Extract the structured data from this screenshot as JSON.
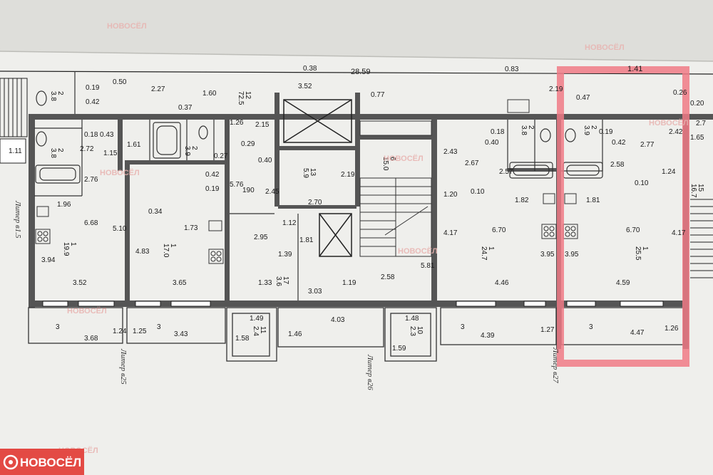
{
  "brand": {
    "name": "НОВОСЁЛ",
    "color": "#e34a44"
  },
  "highlight_color": "#f07a86",
  "literas": [
    "Литер в1.5",
    "Литер в25",
    "Литер в26",
    "Литер в27"
  ],
  "rooms": [
    {
      "num": "2",
      "area": "3.8"
    },
    {
      "num": "2",
      "area": "3.8"
    },
    {
      "num": "1",
      "area": "19.9"
    },
    {
      "num": "2",
      "area": "3.9"
    },
    {
      "num": "1",
      "area": "17.0"
    },
    {
      "num": "12",
      "area": "72.5"
    },
    {
      "num": "13",
      "area": "5.9"
    },
    {
      "num": "17",
      "area": "3.6"
    },
    {
      "num": "11",
      "area": "2.4"
    },
    {
      "num": "6",
      "area": "15.0"
    },
    {
      "num": "10",
      "area": "2.3"
    },
    {
      "num": "2",
      "area": "3.8"
    },
    {
      "num": "2",
      "area": "3.9"
    },
    {
      "num": "1",
      "area": "24.7"
    },
    {
      "num": "1",
      "area": "25.5"
    },
    {
      "num": "15",
      "area": "16.7"
    }
  ],
  "dimensions": {
    "top": [
      "0.38",
      "28.59",
      "0.83",
      "1.41",
      "2.27",
      "1.60",
      "3.52",
      "0.77",
      "2.19",
      "0.47",
      "0.26",
      "0.20",
      "0.19",
      "0.50",
      "0.42",
      "0.37",
      "2.15",
      "1.26",
      "0.29",
      "0.27"
    ],
    "left_unit": [
      "1.11",
      "1.96",
      "2.76",
      "6.68",
      "5.10",
      "3.94",
      "3.52",
      "0.18",
      "0.43",
      "2.72",
      "1.15",
      "1.61",
      "3.68",
      "1.24"
    ],
    "unit_b": [
      "0.34",
      "1.73",
      "4.83",
      "3.65",
      "0.42",
      "0.19",
      "5.76",
      "190",
      "3.43",
      "1.25"
    ],
    "core": [
      "0.40",
      "2.45",
      "2.19",
      "2.70",
      "1.12",
      "1.81",
      "2.95",
      "1.39",
      "1.33",
      "1.19",
      "3.03",
      "1.49",
      "1.46",
      "4.03",
      "1.58",
      "2.58",
      "5.81",
      "1.48",
      "1.59"
    ],
    "unit_c": [
      "2.43",
      "2.67",
      "0.18",
      "0.40",
      "2.57",
      "1.20",
      "0.10",
      "4.17",
      "6.70",
      "1.82",
      "3.95",
      "4.46",
      "4.39",
      "1.27"
    ],
    "unit_d": [
      "0.19",
      "0.42",
      "2.77",
      "2.42",
      "2.58",
      "0.10",
      "1.24",
      "1.81",
      "6.70",
      "4.17",
      "3.95",
      "4.59",
      "4.47",
      "1.26",
      "1.65",
      "2.7"
    ],
    "balcony_depth": "3"
  }
}
